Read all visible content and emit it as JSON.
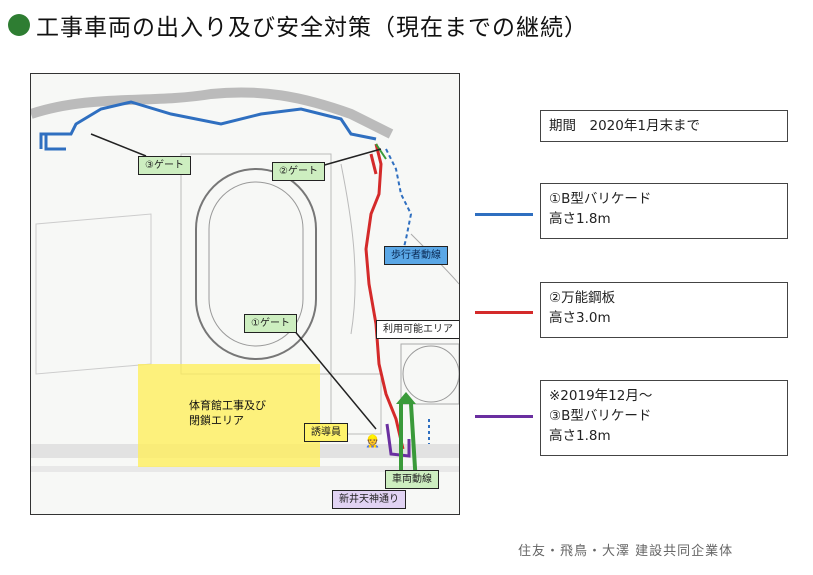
{
  "title": "工事車両の出入り及び安全対策（現在までの継続）",
  "map": {
    "gate3": "③ゲート",
    "gate2": "②ゲート",
    "gate1": "①ゲート",
    "walkway": "歩行者動線",
    "available_area": "利用可能エリア",
    "gym_area_line1": "体育館工事及び",
    "gym_area_line2": "閉鎖エリア",
    "guide": "誘導員",
    "vehicle_route": "車両動線",
    "street": "新井天神通り"
  },
  "legend": {
    "period": "期間　2020年1月末まで",
    "item1_line1": "①B型バリケード",
    "item1_line2": "高さ1.8m",
    "item2_line1": "②万能鋼板",
    "item2_line2": "高さ3.0m",
    "item3_line1": "※2019年12月～",
    "item3_line2": "③B型バリケード",
    "item3_line3": "高さ1.8m"
  },
  "colors": {
    "blue": "#2f6fc0",
    "red": "#d42a2a",
    "purple": "#6a2fa0",
    "green_dot": "#2e7d32"
  },
  "footer": "住友・飛鳥・大澤 建設共同企業体"
}
